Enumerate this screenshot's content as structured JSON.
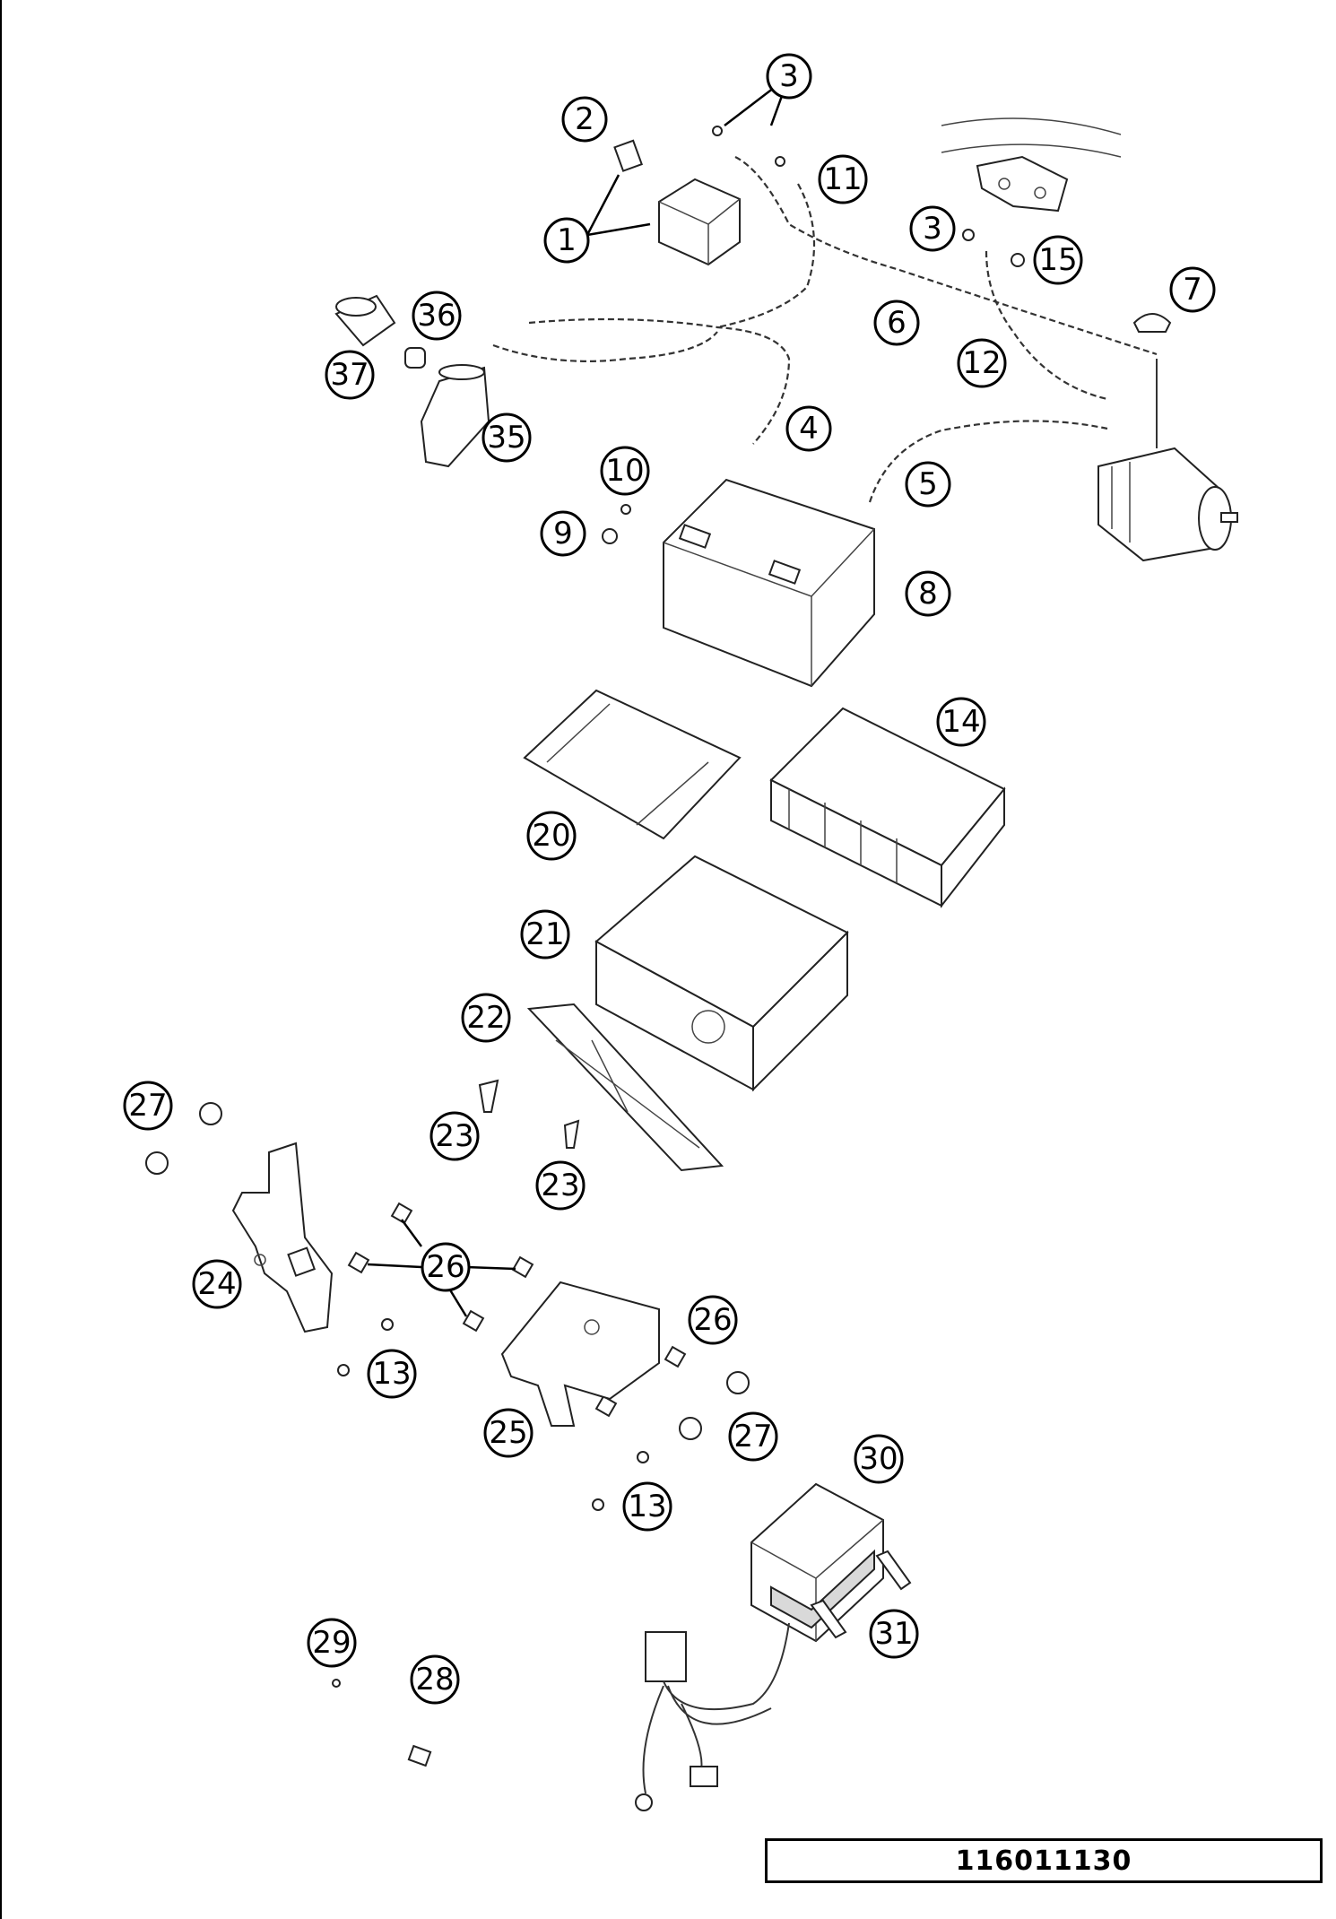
{
  "callouts": [
    {
      "label": "1"
    },
    {
      "label": "2"
    },
    {
      "label": "3"
    },
    {
      "label": "3"
    },
    {
      "label": "4"
    },
    {
      "label": "5"
    },
    {
      "label": "6"
    },
    {
      "label": "7"
    },
    {
      "label": "8"
    },
    {
      "label": "9"
    },
    {
      "label": "10"
    },
    {
      "label": "11"
    },
    {
      "label": "12"
    },
    {
      "label": "13"
    },
    {
      "label": "13"
    },
    {
      "label": "14"
    },
    {
      "label": "15"
    },
    {
      "label": "20"
    },
    {
      "label": "21"
    },
    {
      "label": "22"
    },
    {
      "label": "23"
    },
    {
      "label": "23"
    },
    {
      "label": "24"
    },
    {
      "label": "25"
    },
    {
      "label": "26"
    },
    {
      "label": "26"
    },
    {
      "label": "27"
    },
    {
      "label": "27"
    },
    {
      "label": "28"
    },
    {
      "label": "29"
    },
    {
      "label": "30"
    },
    {
      "label": "31"
    },
    {
      "label": "35"
    },
    {
      "label": "36"
    },
    {
      "label": "37"
    }
  ],
  "drawing_code": "116011130"
}
